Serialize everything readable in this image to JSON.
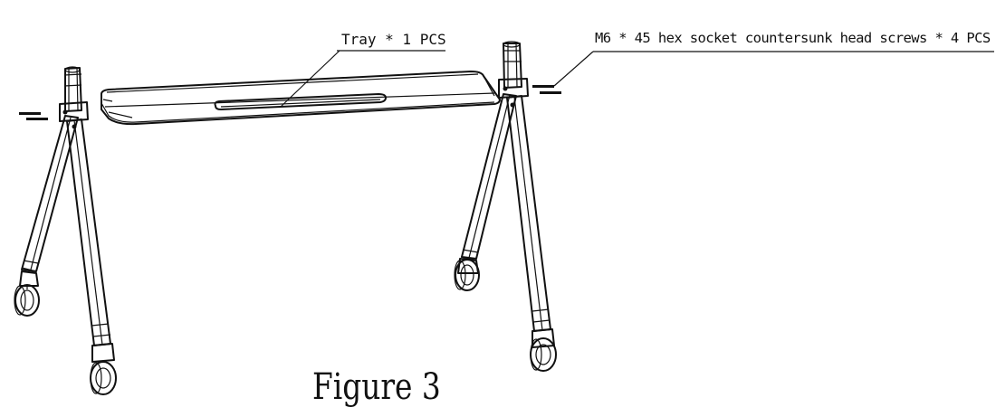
{
  "callouts": {
    "tray": "Tray * 1 PCS",
    "screws": "M6 * 45 hex socket countersunk head screws * 4 PCS"
  },
  "figure": {
    "title": "Figure 3"
  },
  "colors": {
    "line": "#111111",
    "background": "#ffffff"
  }
}
